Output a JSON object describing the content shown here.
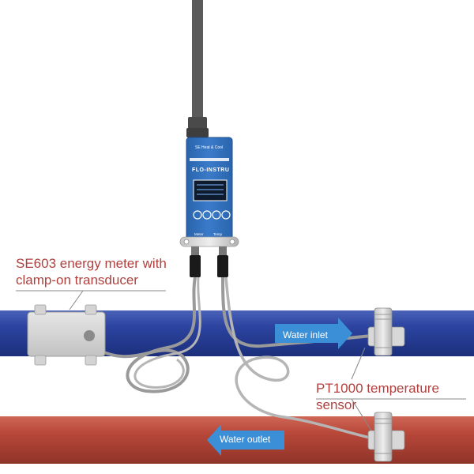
{
  "callouts": {
    "meter": {
      "line1": "SE603 energy meter with",
      "line2": "clamp-on transducer"
    },
    "sensor": {
      "line1": "PT1000 temperature",
      "line2": "sensor"
    }
  },
  "arrows": {
    "inlet": "Water inlet",
    "outlet": "Water outlet"
  },
  "device": {
    "model_label": "SE Heat & Cool",
    "brand": "FLO-INSTRU",
    "port_left": "Meter",
    "port_right": "Temp"
  },
  "colors": {
    "callout_text": "#b0413e",
    "inlet_pipe": "#2a3f8f",
    "outlet_pipe": "#b3473a",
    "arrow": "#3a8fd6",
    "device_body": "#2c6bb8"
  }
}
